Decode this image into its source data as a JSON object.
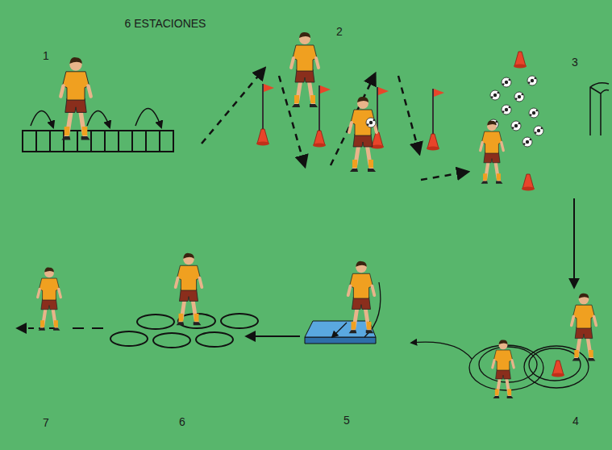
{
  "diagram": {
    "title": "6 ESTACIONES",
    "labels": [
      "1",
      "2",
      "3",
      "4",
      "5",
      "6",
      "7"
    ]
  }
}
